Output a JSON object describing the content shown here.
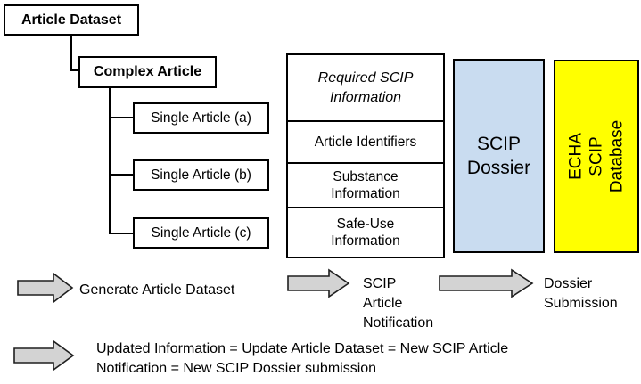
{
  "tree": {
    "article_dataset": "Article Dataset",
    "complex_article": "Complex Article",
    "single_articles": [
      "Single Article (a)",
      "Single Article (b)",
      "Single Article (c)"
    ]
  },
  "scip_info_panel": {
    "header": "Required SCIP\nInformation",
    "row_article_identifiers": "Article Identifiers",
    "row_substance": "Substance\nInformation",
    "row_safe_use": "Safe-Use\nInformation"
  },
  "scip_dossier": {
    "label": "SCIP\nDossier"
  },
  "echa_database": {
    "label": "ECHA SCIP\nDatabase"
  },
  "flow": {
    "generate_label": "Generate Article Dataset",
    "notification_label": "SCIP\nArticle\nNotification",
    "submission_label": "Dossier\nSubmission",
    "update_note": "Updated Information = Update Article Dataset = New SCIP Article\nNotification = New SCIP Dossier submission"
  },
  "colors": {
    "arrow_fill": "#d3d3d3",
    "dossier_fill": "#c9dcf0",
    "database_fill": "#ffff00",
    "box_border": "#000000"
  }
}
